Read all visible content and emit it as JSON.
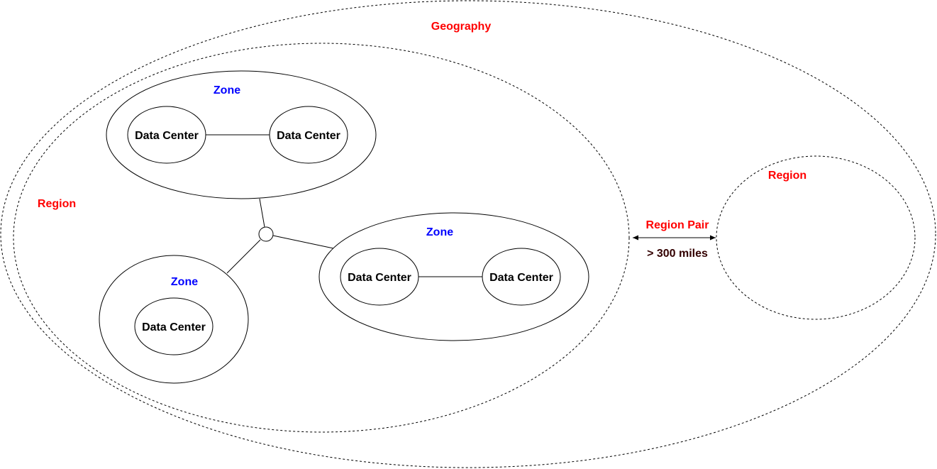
{
  "geography": {
    "label": "Geography"
  },
  "region_main": {
    "label": "Region"
  },
  "region_secondary": {
    "label": "Region"
  },
  "region_pair": {
    "label": "Region Pair",
    "distance": "> 300 miles"
  },
  "zones": [
    {
      "label": "Zone",
      "data_centers": [
        "Data Center",
        "Data Center"
      ]
    },
    {
      "label": "Zone",
      "data_centers": [
        "Data Center",
        "Data Center"
      ]
    },
    {
      "label": "Zone",
      "data_centers": [
        "Data Center"
      ]
    }
  ],
  "colors": {
    "region_label": "#ff0000",
    "zone_label": "#0000ff",
    "distance_label": "#330000"
  }
}
